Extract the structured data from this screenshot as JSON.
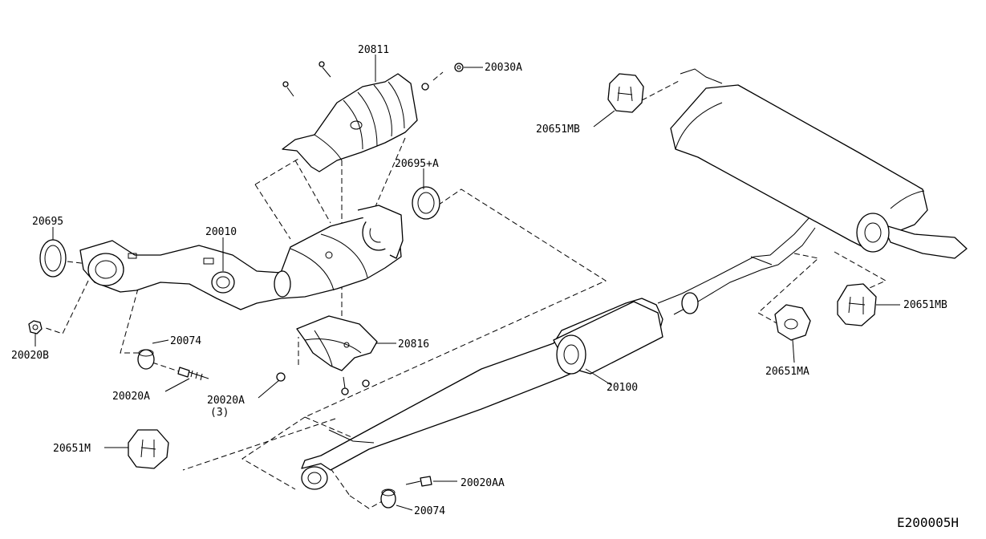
{
  "labels": {
    "l20811": "20811",
    "l20030a": "20030A",
    "l20651mb_top": "20651MB",
    "l20695a": "20695+A",
    "l20695": "20695",
    "l20010": "20010",
    "l20816": "20816",
    "l20074_top": "20074",
    "l20020b": "20020B",
    "l20020a_left": "20020A",
    "l20020a_mid": "20020A",
    "l20020a_qty": "(3)",
    "l20651ma": "20651MA",
    "l20651mb_right": "20651MB",
    "l20100": "20100",
    "l20651m": "20651M",
    "l20020aa": "20020AA",
    "l20074_bottom": "20074"
  },
  "diagram_code": "E200005H"
}
